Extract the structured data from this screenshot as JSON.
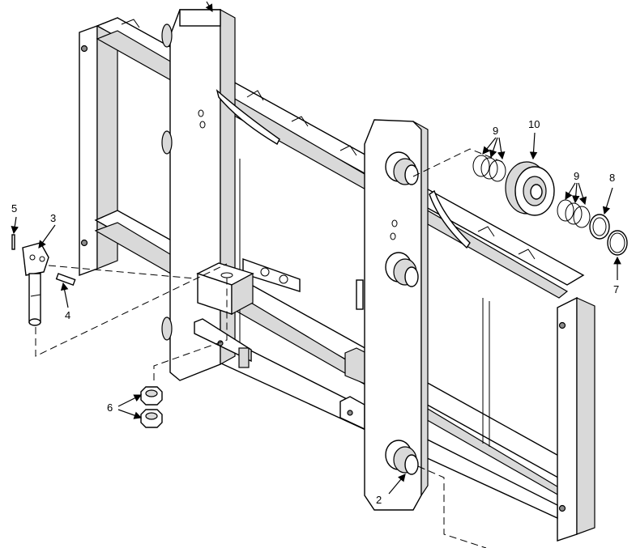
{
  "callouts": {
    "c2": "2",
    "c3": "3",
    "c4": "4",
    "c5": "5",
    "c6": "6",
    "c7": "7",
    "c8": "8",
    "c9a": "9",
    "c9b": "9",
    "c10": "10"
  }
}
